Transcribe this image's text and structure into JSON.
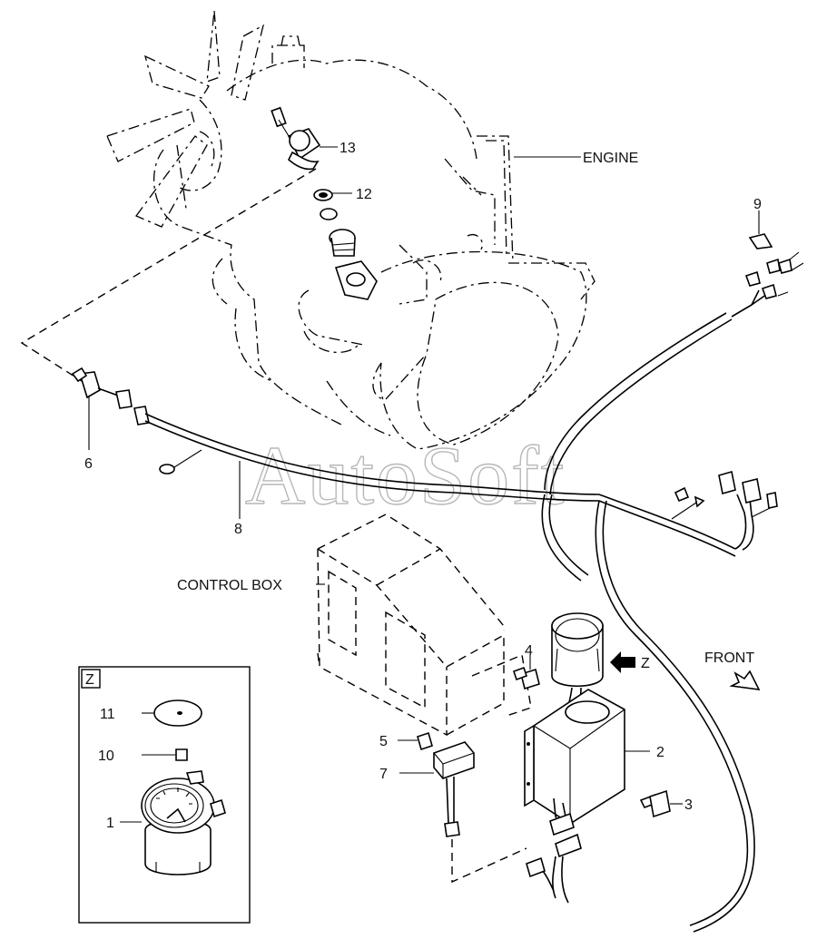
{
  "labels": {
    "engine": "ENGINE",
    "control_box": "CONTROL BOX",
    "front": "FRONT",
    "view_z_arrow": "Z",
    "view_z_box": "Z"
  },
  "callouts": {
    "c1": "1",
    "c2": "2",
    "c3": "3",
    "c4": "4",
    "c5": "5",
    "c6": "6",
    "c7": "7",
    "c8": "8",
    "c9": "9",
    "c10": "10",
    "c11": "11",
    "c12": "12",
    "c13": "13"
  },
  "watermark": "AutoSoft"
}
